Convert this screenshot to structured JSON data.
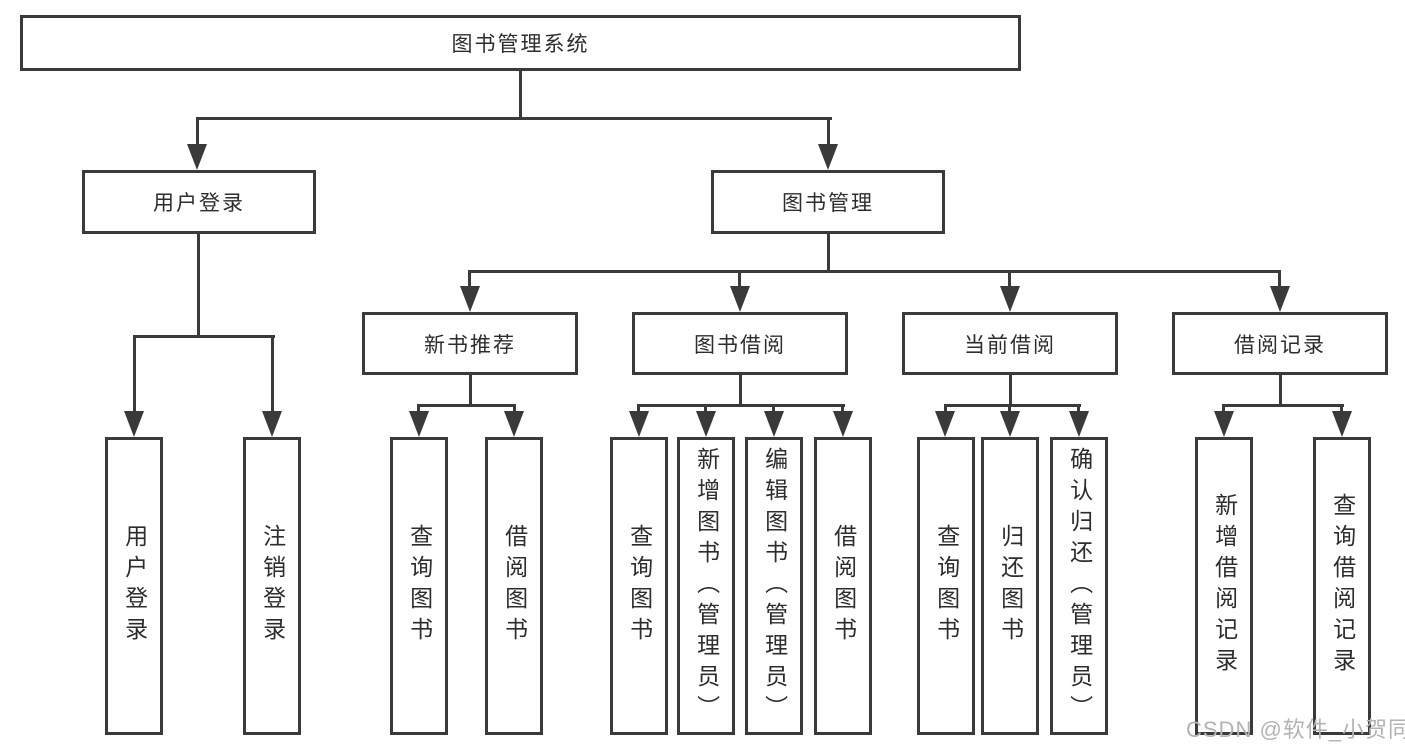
{
  "diagram_title": "图书管理系统",
  "tree": {
    "label": "图书管理系统",
    "children": [
      {
        "label": "用户登录",
        "children": [
          {
            "label": "用户登录"
          },
          {
            "label": "注销登录"
          }
        ]
      },
      {
        "label": "图书管理",
        "children": [
          {
            "label": "新书推荐",
            "children": [
              {
                "label": "查询图书"
              },
              {
                "label": "借阅图书"
              }
            ]
          },
          {
            "label": "图书借阅",
            "children": [
              {
                "label": "查询图书"
              },
              {
                "label": "新增图书（管理员）"
              },
              {
                "label": "编辑图书（管理员）"
              },
              {
                "label": "借阅图书"
              }
            ]
          },
          {
            "label": "当前借阅",
            "children": [
              {
                "label": "查询图书"
              },
              {
                "label": "归还图书"
              },
              {
                "label": "确认归还（管理员）"
              }
            ]
          },
          {
            "label": "借阅记录",
            "children": [
              {
                "label": "新增借阅记录"
              },
              {
                "label": "查询借阅记录"
              }
            ]
          }
        ]
      }
    ]
  },
  "watermark": "CSDN @软件_小贺同学",
  "colors": {
    "line": "#3a3a3a",
    "text": "#2d2d2d",
    "background": "#ffffff",
    "watermark": "#b3b3b3"
  }
}
